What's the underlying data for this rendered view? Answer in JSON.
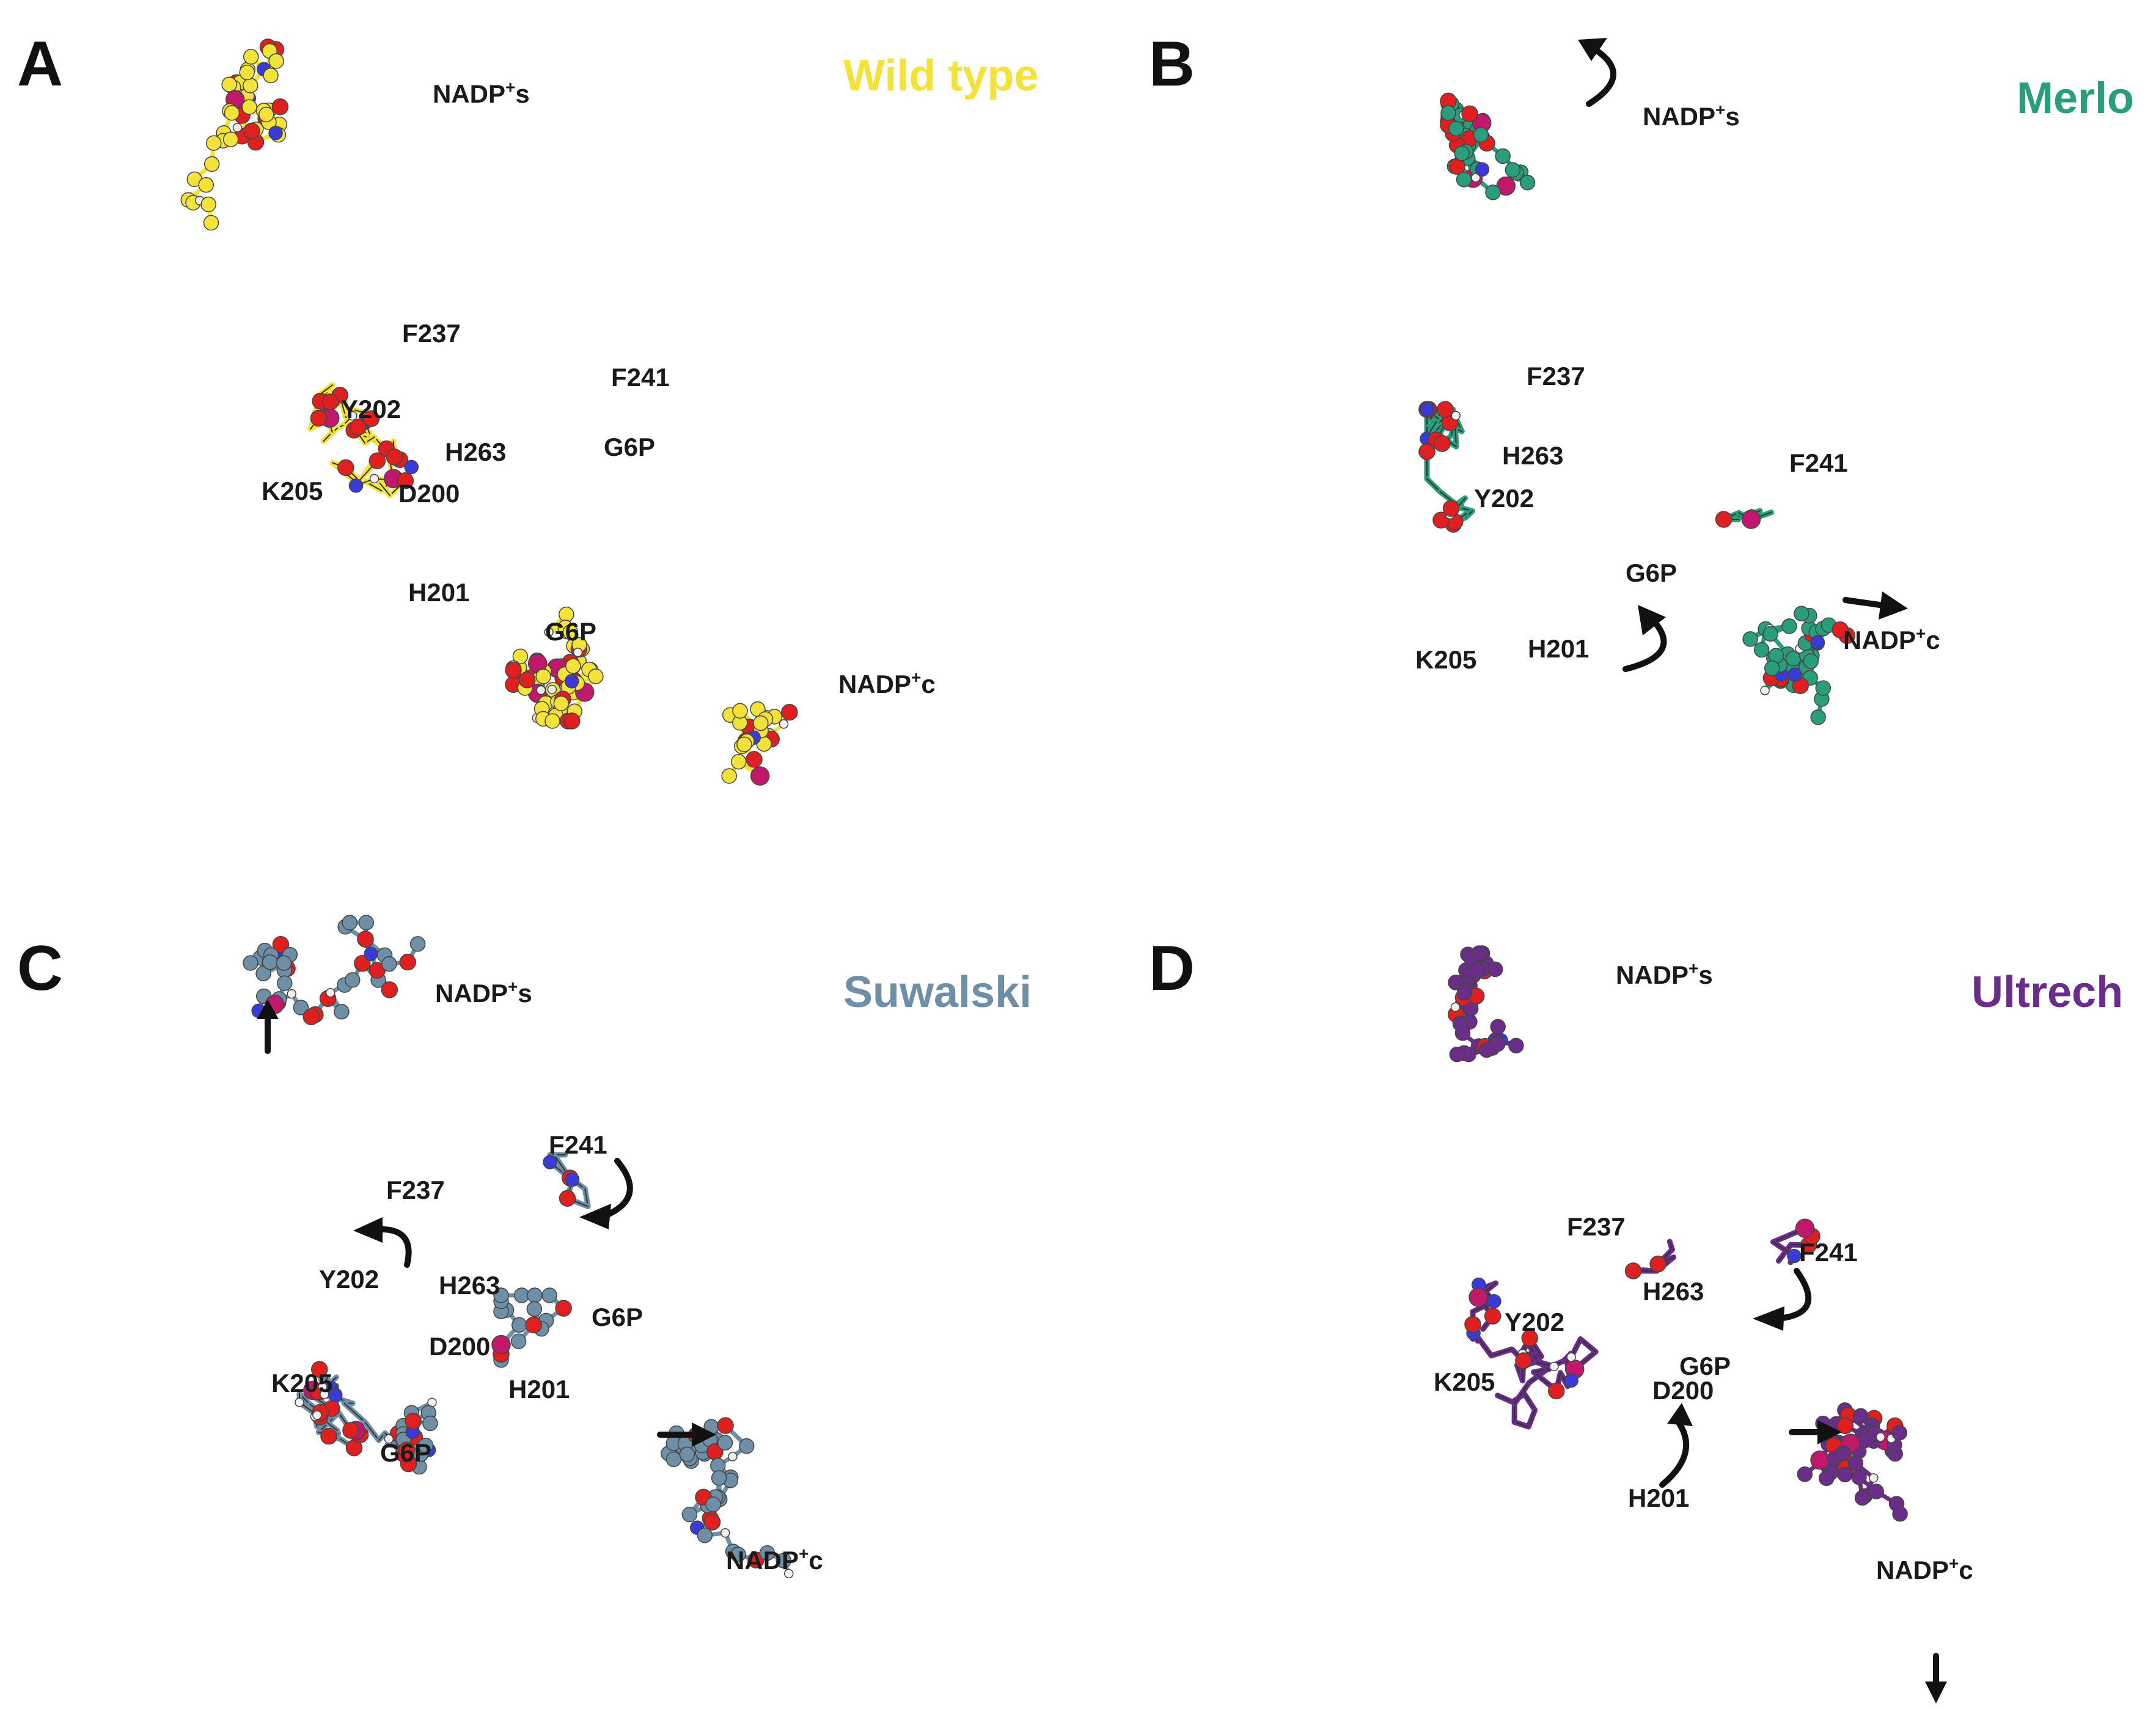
{
  "palette": {
    "atom_O": "#e02020",
    "atom_H": "#f0f0f0",
    "atom_N": "#3a3ad8",
    "atom_P": "#c0186a",
    "arrow": "#111111"
  },
  "panels": [
    {
      "id": "A",
      "title": "Wild type",
      "color": "#f2e23a",
      "labels": {
        "nadps": {
          "main": "NADP",
          "sup": "+",
          "tail": "s"
        },
        "nadpc": {
          "main": "NADP",
          "sup": "+",
          "tail": "c"
        },
        "residues": [
          "F237",
          "F241",
          "Y202",
          "H263",
          "G6P",
          "K205",
          "D200",
          "H201",
          "G6P"
        ]
      }
    },
    {
      "id": "B",
      "title": "Merlo",
      "color": "#2a9d7a",
      "labels": {
        "nadps": {
          "main": "NADP",
          "sup": "+",
          "tail": "s"
        },
        "nadpc": {
          "main": "NADP",
          "sup": "+",
          "tail": "c"
        },
        "residues": [
          "F237",
          "H263",
          "F241",
          "Y202",
          "G6P",
          "K205",
          "H201"
        ]
      }
    },
    {
      "id": "C",
      "title": "Suwalski",
      "color": "#6f8fa6",
      "labels": {
        "nadps": {
          "main": "NADP",
          "sup": "+",
          "tail": "s"
        },
        "nadpc": {
          "main": "NADP",
          "sup": "+",
          "tail": "c"
        },
        "residues": [
          "F241",
          "F237",
          "Y202",
          "H263",
          "G6P",
          "D200",
          "K205",
          "H201",
          "G6P"
        ]
      }
    },
    {
      "id": "D",
      "title": "Ultrech",
      "color": "#6a2d8a",
      "labels": {
        "nadps": {
          "main": "NADP",
          "sup": "+",
          "tail": "s"
        },
        "nadpc": {
          "main": "NADP",
          "sup": "+",
          "tail": "c"
        },
        "residues": [
          "F237",
          "F241",
          "H263",
          "Y202",
          "G6P",
          "K205",
          "D200",
          "H201"
        ]
      }
    }
  ]
}
